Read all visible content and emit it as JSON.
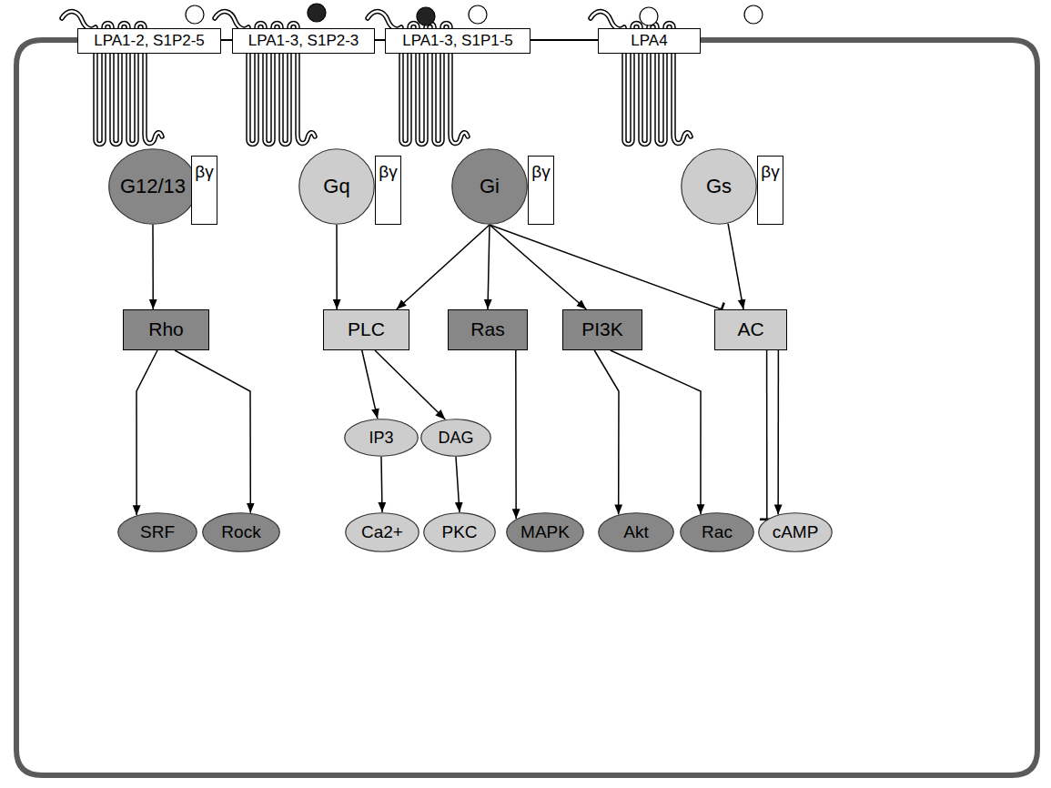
{
  "diagram": {
    "nodes": [
      {
        "text": [
          "LPA1-2, S1P2-5"
        ]
      },
      {
        "text": [
          "LPA1-3, S1P2-3"
        ]
      },
      {
        "text": [
          "LPA1-3, S1P1-5"
        ]
      },
      {
        "text": [
          "LPA4"
        ]
      },
      {
        "text": [
          "G12/13"
        ]
      },
      {
        "text": [
          "βγ"
        ]
      },
      {
        "text": [
          "Gq"
        ]
      },
      {
        "text": [
          "βγ"
        ]
      },
      {
        "text": [
          "Gi"
        ]
      },
      {
        "text": [
          "βγ"
        ]
      },
      {
        "text": [
          "Gs"
        ]
      },
      {
        "text": [
          "βγ"
        ]
      },
      {
        "text": [
          "Rho"
        ]
      },
      {
        "text": [
          "PLC"
        ]
      },
      {
        "text": [
          "Ras"
        ]
      },
      {
        "text": [
          "PI3K"
        ]
      },
      {
        "text": [
          "AC"
        ]
      },
      {
        "text": [
          "IP3"
        ]
      },
      {
        "text": [
          "DAG"
        ]
      },
      {
        "text": [
          "SRF"
        ]
      },
      {
        "text": [
          "Rock"
        ]
      },
      {
        "text": [
          "Ca2+"
        ]
      },
      {
        "text": [
          "PKC"
        ]
      },
      {
        "text": [
          "MAPK"
        ]
      },
      {
        "text": [
          "Akt"
        ]
      },
      {
        "text": [
          "Rac"
        ]
      },
      {
        "text": [
          "cAMP"
        ]
      }
    ],
    "edges": [
      {
        "from": 4,
        "to": 12,
        "arrow": "to"
      },
      {
        "from": 6,
        "to": 13,
        "arrow": "to"
      },
      {
        "from": 8,
        "to": 13,
        "arrow": "to"
      },
      {
        "from": 8,
        "to": 14,
        "arrow": "to"
      },
      {
        "from": 8,
        "to": 15,
        "arrow": "to"
      },
      {
        "from": 8,
        "to": 16,
        "arrow": "to"
      },
      {
        "from": 10,
        "to": 16,
        "arrow": "to"
      },
      {
        "from": 12,
        "to": 19,
        "arrow": "to"
      },
      {
        "from": 12,
        "to": 20,
        "arrow": "to"
      },
      {
        "from": 13,
        "to": 17,
        "arrow": "to"
      },
      {
        "from": 13,
        "to": 18,
        "arrow": "to"
      },
      {
        "from": 17,
        "to": 21,
        "arrow": "to"
      },
      {
        "from": 18,
        "to": 22,
        "arrow": "to"
      },
      {
        "from": 14,
        "to": 23,
        "arrow": "to"
      },
      {
        "from": 15,
        "to": 24,
        "arrow": "to"
      },
      {
        "from": 15,
        "to": 25,
        "arrow": "to"
      },
      {
        "from": 16,
        "to": 26,
        "arrow": "to"
      },
      {
        "from": 16,
        "to": 26,
        "arrow": "to"
      }
    ]
  }
}
